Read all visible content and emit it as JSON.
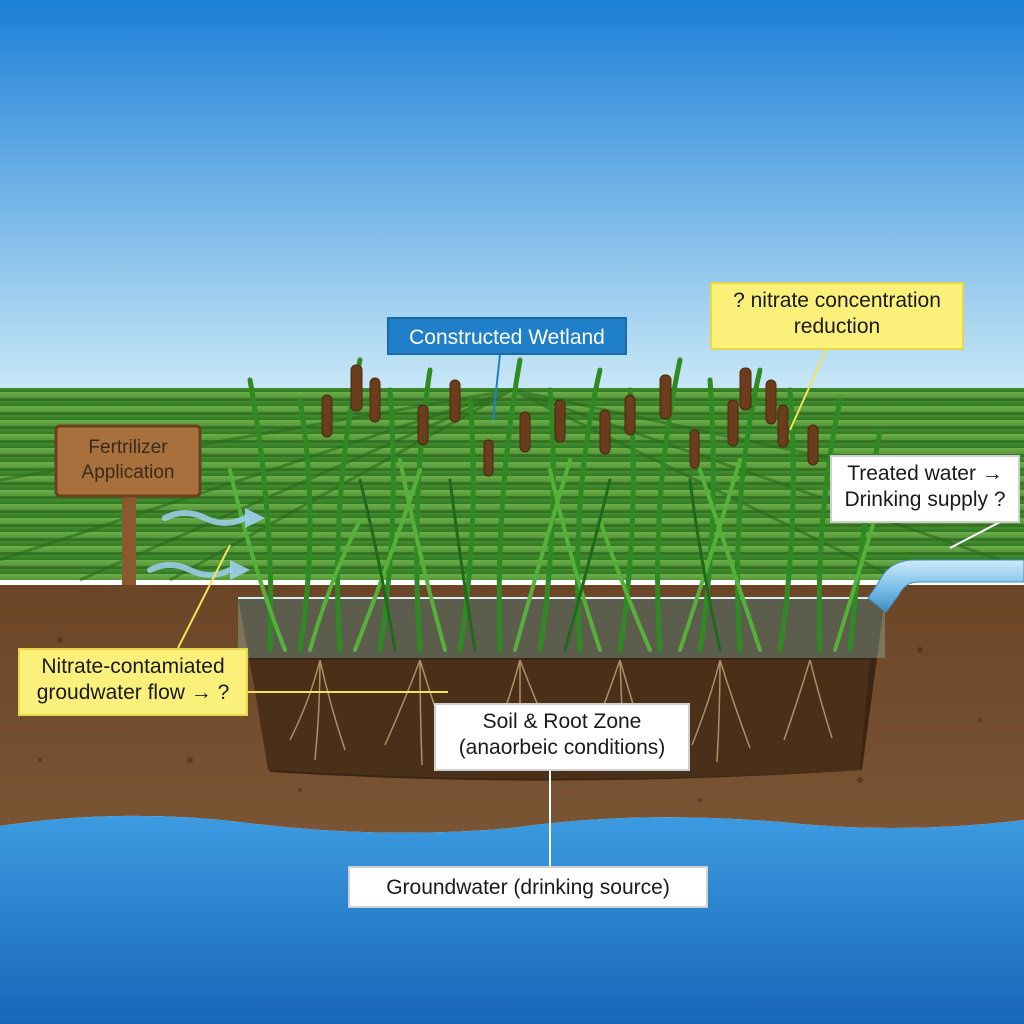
{
  "labels": {
    "sign": "Fertrilizer Application",
    "wetland": "Constructed Wetland",
    "nitrate_reduction": "? nitrate concentration reduction",
    "treated_water": "Treated water → Drinking supply ?",
    "contaminated_flow": "Nitrate-contamiated groudwater flow → ?",
    "root_zone": "Soil & Root Zone (anaorbeic conditions)",
    "groundwater": "Groundwater (drinking source)"
  },
  "colors": {
    "sky_top": "#1a7fd6",
    "sky_bottom": "#bfe3f5",
    "field_green": "#3f8f2a",
    "soil": "#5a3a22",
    "groundwater": "#2f8fd6",
    "label_yellow": "#fbf07a",
    "label_blue": "#1f7fc8",
    "pipe": "#7fc3ea"
  }
}
